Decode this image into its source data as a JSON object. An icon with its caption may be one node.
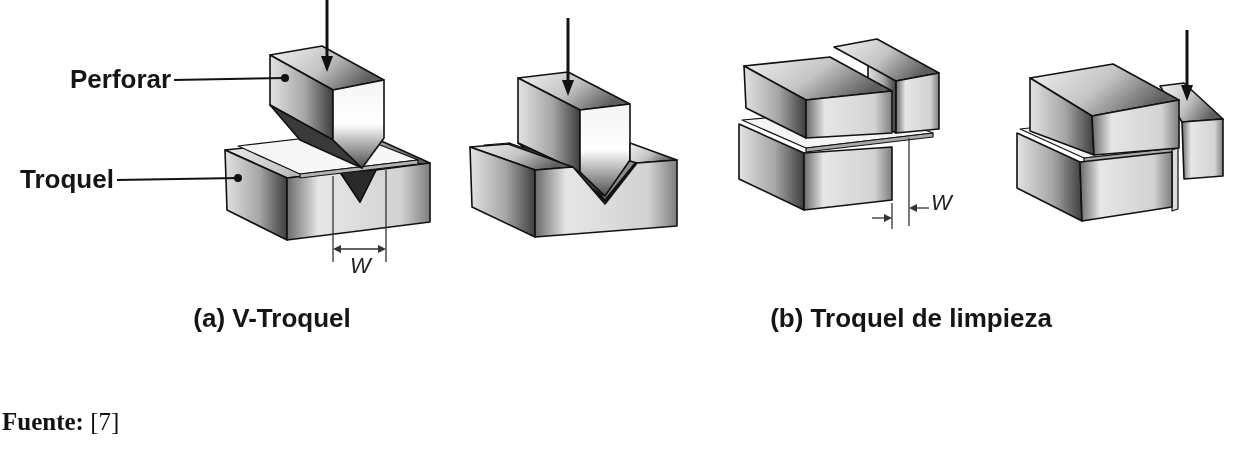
{
  "diagram": {
    "caption": "**Fuente:** [7]",
    "nodes": [
      {
        "text": [
          "Perforar"
        ]
      },
      {
        "text": [],
        "shape": "picture"
      },
      {
        "text": [
          "Troquel"
        ]
      },
      {
        "text": [],
        "shape": "picture"
      },
      {
        "text": [],
        "shape": "picture"
      },
      {
        "text": [],
        "shape": "picture"
      },
      {
        "text": [],
        "shape": "picture"
      },
      {
        "text": [],
        "shape": "picture"
      },
      {
        "text": [],
        "shape": "picture"
      },
      {
        "text": [],
        "shape": "picture"
      },
      {
        "text": [],
        "shape": "picture"
      },
      {
        "text": [],
        "shape": "picture"
      }
    ],
    "edges": [
      {
        "from": 0,
        "to": 1,
        "arrow": "other"
      },
      {
        "from": 2,
        "to": 3,
        "arrow": "other"
      }
    ],
    "labels": [
      "W",
      "W",
      "(a) V-Troquel",
      "(b) Troquel de limpieza"
    ]
  }
}
